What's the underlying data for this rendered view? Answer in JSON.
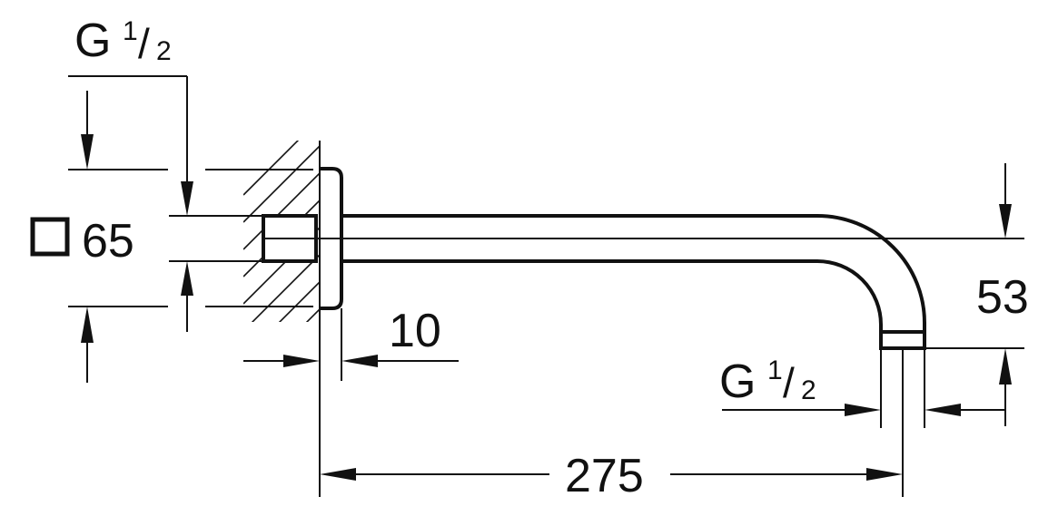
{
  "thread_top": {
    "letter": "G",
    "num": "1",
    "den": "2"
  },
  "thread_bottom": {
    "letter": "G",
    "num": "1",
    "den": "2"
  },
  "square_label": "65",
  "flange_thickness": "10",
  "height": "53",
  "length": "275"
}
